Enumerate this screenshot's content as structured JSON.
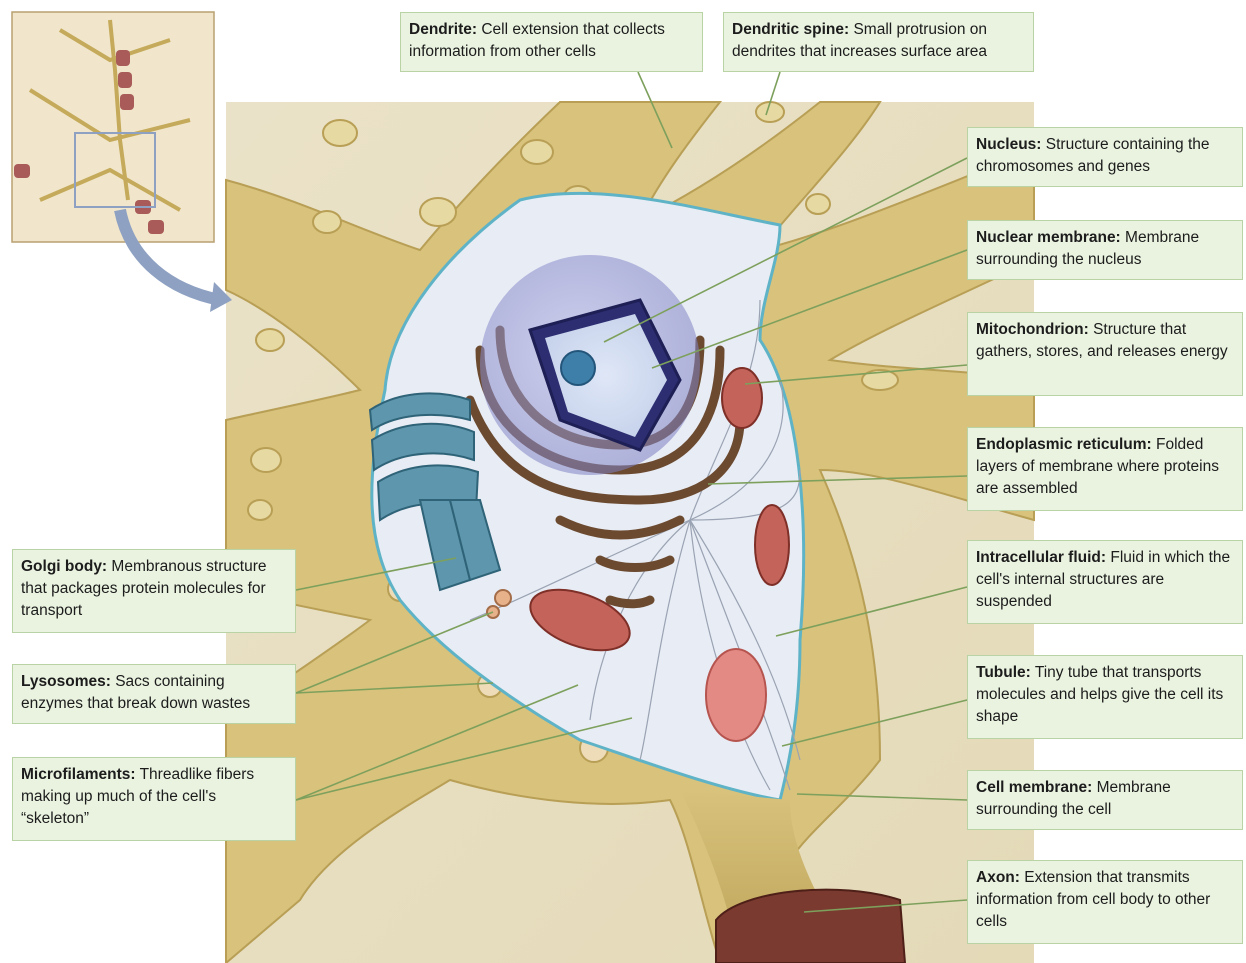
{
  "labels": {
    "dendrite": {
      "term": "Dendrite:",
      "desc": "Cell extension that collects information from other cells"
    },
    "dendritic_spine": {
      "term": "Dendritic spine:",
      "desc": "Small protrusion on dendrites that increases surface area"
    },
    "nucleus": {
      "term": "Nucleus:",
      "desc": "Structure containing the chromosomes and genes"
    },
    "nuclear_membrane": {
      "term": "Nuclear membrane:",
      "desc": "Membrane surrounding the nucleus"
    },
    "mitochondrion": {
      "term": "Mitochondrion:",
      "desc": "Structure that gathers, stores, and releases energy"
    },
    "endoplasmic_reticulum": {
      "term": "Endoplasmic reticulum:",
      "desc": "Folded layers of membrane where proteins are assembled"
    },
    "intracellular_fluid": {
      "term": "Intracellular fluid:",
      "desc": "Fluid in which the  cell's internal structures are suspended"
    },
    "tubule": {
      "term": "Tubule:",
      "desc": "Tiny tube that transports molecules and helps give the cell its shape"
    },
    "cell_membrane": {
      "term": "Cell membrane:",
      "desc": "Membrane surrounding the cell"
    },
    "axon": {
      "term": "Axon:",
      "desc": "Extension that transmits information from cell body to other cells"
    },
    "golgi_body": {
      "term": "Golgi body:",
      "desc": "Membranous structure that packages protein molecules for transport"
    },
    "lysosomes": {
      "term": "Lysosomes:",
      "desc": "Sacs containing enzymes that break down wastes"
    },
    "microfilaments": {
      "term": "Microfilaments:",
      "desc": "Threadlike fibers making up much of  the cell's “skeleton”"
    }
  },
  "colors": {
    "label_bg": "#eaf3e0",
    "label_border": "#b9d3a4",
    "leader_line": "#7da05c",
    "cytoplasm": "#d8c27c",
    "nucleus": "#6f6fb0",
    "golgi": "#4f8aa0",
    "mitochondrion": "#c0554c",
    "axon_hillock": "#7a3a30"
  }
}
